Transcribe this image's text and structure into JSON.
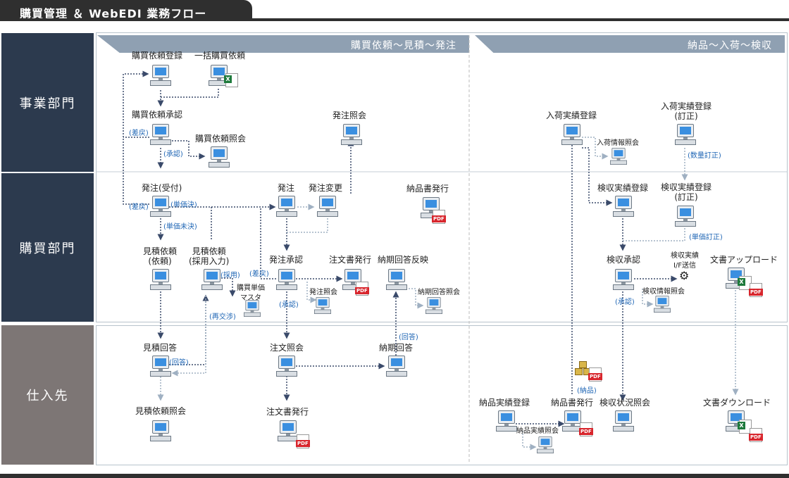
{
  "title": "購買管理 ＆ WebEDI 業務フロー",
  "lanes": [
    "事業部門",
    "購買部門",
    "仕入先"
  ],
  "phases": [
    "購買依頼～見積～発注",
    "納品～入荷～検収"
  ],
  "nodes": {
    "req_entry": "購買依頼登録",
    "bulk_req": "一括購買依頼",
    "req_approve": "購買依頼承認",
    "req_inquiry": "購買依頼照会",
    "order_inquiry_top": "発注照会",
    "order_receive": "発注(受付)",
    "order": "発注",
    "order_change": "発注変更",
    "delivery_note_issue": "納品書発行",
    "quote_request_1": "見積依頼",
    "quote_request_2": "(依頼)",
    "quote_request_adopt_1": "見積依頼",
    "quote_request_adopt_2": "(採用入力)",
    "unit_price_master_1": "購買単価",
    "unit_price_master_2": "マスタ",
    "order_approve": "発注承認",
    "po_issue": "注文書発行",
    "order_inquiry_small": "発注照会",
    "due_reply_reflect": "納期回答反映",
    "due_reply_inquiry": "納期回答照会",
    "quote_reply": "見積回答",
    "po_inquiry": "注文照会",
    "due_reply": "納期回答",
    "quote_req_inquiry": "見積依頼照会",
    "po_issue_vendor": "注文書発行",
    "arrival_entry": "入荷実績登録",
    "arrival_correct_1": "入荷実績登録",
    "arrival_correct_2": "(訂正)",
    "arrival_info_inquiry": "入荷情報照会",
    "inspection_entry": "検収実績登録",
    "inspection_correct_1": "検収実績登録",
    "inspection_correct_2": "(訂正)",
    "inspection_approve": "検収承認",
    "inspection_if_1": "検収実績",
    "inspection_if_2": "I/F送信",
    "inspection_info_inquiry": "検収情報照会",
    "doc_upload": "文書アップロード",
    "delivery_entry": "納品実績登録",
    "delivery_inquiry": "納品実績照会",
    "delivery_note_vendor": "納品書発行",
    "inspection_status": "検収状況照会",
    "doc_download": "文書ダウンロード"
  },
  "tags": {
    "sashimodoshi1": "(差戻)",
    "shounin1": "(承認)",
    "sashimodoshi2": "(差戻)",
    "tanka_kettei": "(単価決)",
    "tanka_miketsu": "(単価未決)",
    "saiyou": "(採用)",
    "sashimodoshi3": "(差戻)",
    "shounin2": "(承認)",
    "saikoushou": "(再交渉)",
    "kaitou": "(回答)",
    "kaitou2": "(回答)",
    "suuryou_teisei": "(数量訂正)",
    "tanka_teisei": "(単価訂正)",
    "shounin3": "(承認)",
    "nouhin": "(納品)"
  },
  "icons": [
    "computer-icon",
    "pdf-icon",
    "excel-icon",
    "gear-icon",
    "boxes-icon"
  ],
  "colors": {
    "lane_dark": "#2c3a4e",
    "lane_vendor": "#7d7675",
    "phase": "#8fa0b2",
    "arrow": "#3a4a6a",
    "arrow_light": "#9fb0c2",
    "tag": "#1f66b5"
  }
}
